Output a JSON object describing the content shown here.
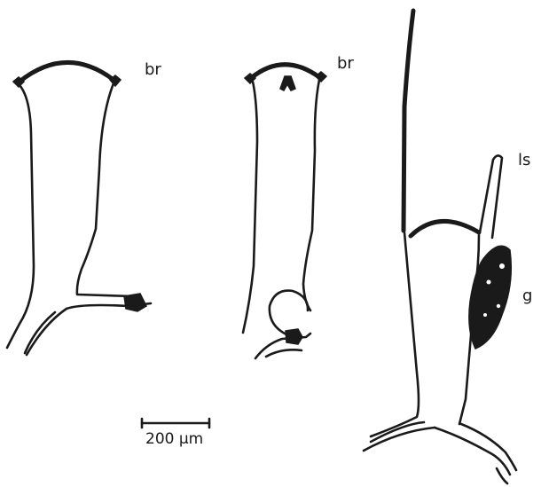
{
  "labels": {
    "br_left": "br",
    "br_middle": "br",
    "ls": "ls",
    "g": "g"
  },
  "scale_bar": {
    "label": "200 µm"
  },
  "colors": {
    "ink": "#1a1a1a",
    "background": "#ffffff"
  }
}
